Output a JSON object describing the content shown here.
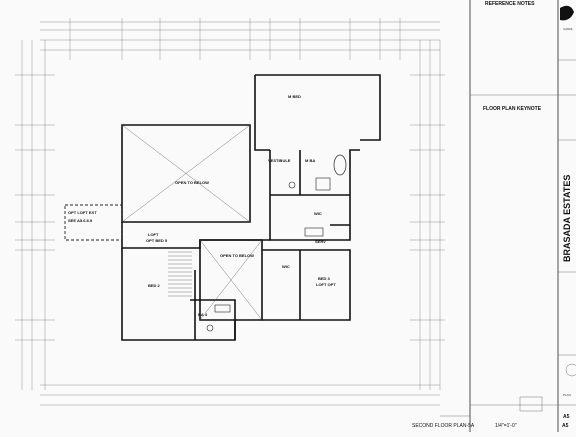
{
  "reference_notes": {
    "heading": "REFERENCE NOTES"
  },
  "keynotes": {
    "heading": "FLOOR PLAN KEYNOTE"
  },
  "project": {
    "name": "BRASADA ESTATES"
  },
  "rooms": {
    "bed1": "M BED",
    "vestibule": "VESTIBULE",
    "ba_main": "M BA",
    "open_below_1": "OPEN TO BELOW",
    "open_below_2": "OPEN TO BELOW",
    "dpt_loft_ext": "OPT LOFT EXT",
    "dpt_loft_ref": "SEE A5.6.8.9",
    "loft": "LOFT",
    "loft_sub": "OPT BED 5",
    "wic": "WIC",
    "wic2": "WIC",
    "serv": "SERV",
    "bed3": "BED 3",
    "bed3_sub": "LOFT OPT",
    "bed2": "BED 2",
    "ba4": "BA 4"
  },
  "footer": {
    "plan_title": "SECOND FLOOR PLAN-5A",
    "scale": "1/4\"=1'-0\"",
    "sheet_id": "A5"
  }
}
